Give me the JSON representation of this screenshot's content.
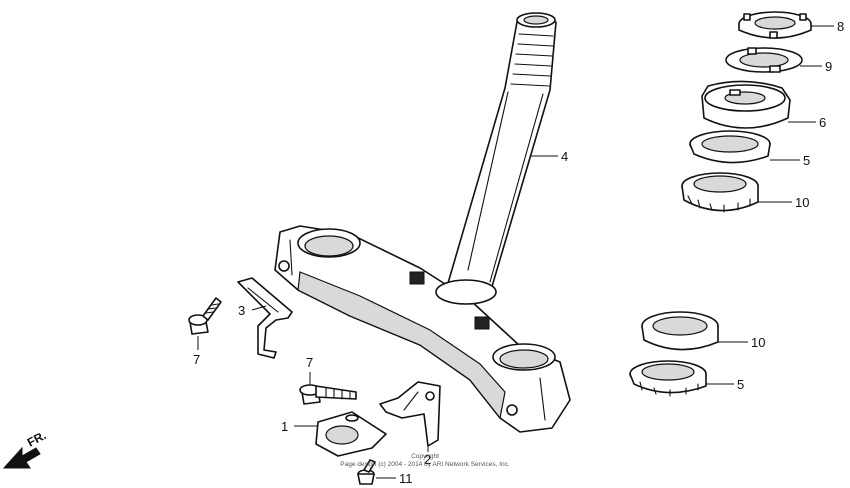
{
  "callouts": [
    {
      "id": "8",
      "text": "8"
    },
    {
      "id": "9",
      "text": "9"
    },
    {
      "id": "6",
      "text": "6"
    },
    {
      "id": "5a",
      "text": "5"
    },
    {
      "id": "10a",
      "text": "10"
    },
    {
      "id": "4",
      "text": "4"
    },
    {
      "id": "3",
      "text": "3"
    },
    {
      "id": "7a",
      "text": "7"
    },
    {
      "id": "7b",
      "text": "7"
    },
    {
      "id": "1",
      "text": "1"
    },
    {
      "id": "2",
      "text": "2"
    },
    {
      "id": "11",
      "text": "11"
    },
    {
      "id": "10b",
      "text": "10"
    },
    {
      "id": "5b",
      "text": "5"
    }
  ],
  "direction": {
    "label": "FR."
  },
  "copyright": {
    "line1": "Copyright",
    "line2": "Page design (c) 2004 - 2014 by ARI Network Services, Inc."
  }
}
